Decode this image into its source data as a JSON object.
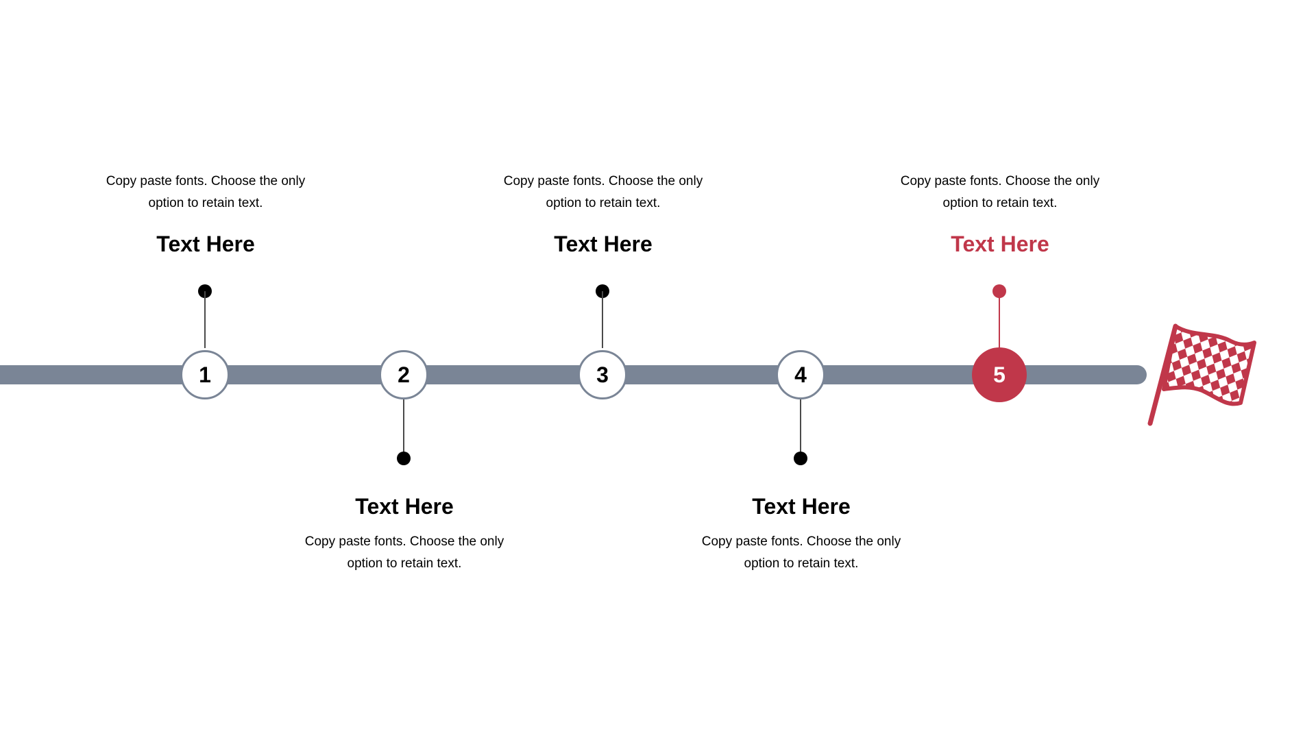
{
  "colors": {
    "track": "#7a8596",
    "accent": "#c0374a",
    "dot": "#000000"
  },
  "finish_icon": "checkered-flag-icon",
  "steps": [
    {
      "number": "1",
      "title": "Text Here",
      "description_line1": "Copy paste fonts. Choose the only",
      "description_line2": "option to retain text.",
      "placement": "above"
    },
    {
      "number": "2",
      "title": "Text Here",
      "description_line1": "Copy paste fonts. Choose the only",
      "description_line2": "option to retain text.",
      "placement": "below"
    },
    {
      "number": "3",
      "title": "Text Here",
      "description_line1": "Copy paste fonts. Choose the only",
      "description_line2": "option to retain text.",
      "placement": "above"
    },
    {
      "number": "4",
      "title": "Text Here",
      "description_line1": "Copy paste fonts. Choose the only",
      "description_line2": "option to retain text.",
      "placement": "below"
    },
    {
      "number": "5",
      "title": "Text Here",
      "description_line1": "Copy paste fonts. Choose the only",
      "description_line2": "option to retain text.",
      "placement": "above",
      "highlighted": true
    }
  ]
}
